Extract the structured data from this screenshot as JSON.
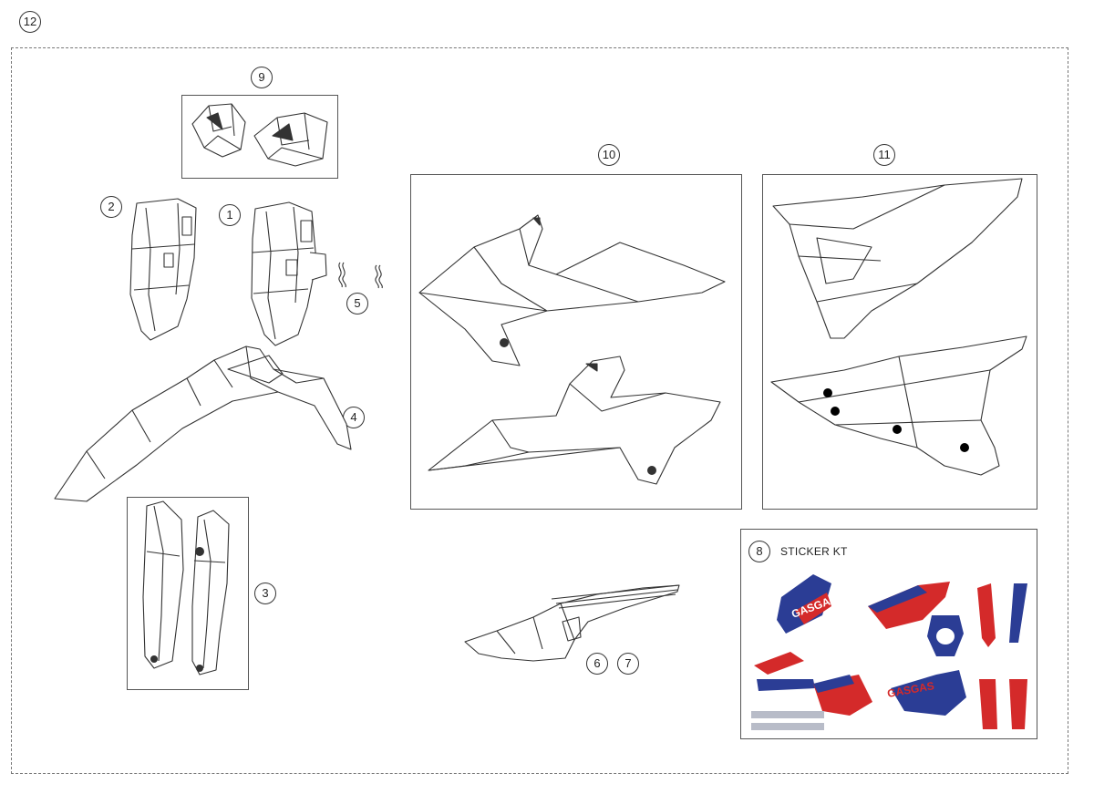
{
  "callouts": {
    "c1": "1",
    "c2": "2",
    "c3": "3",
    "c4": "4",
    "c5": "5",
    "c6": "6",
    "c7": "7",
    "c8": "8",
    "c9": "9",
    "c10": "10",
    "c11": "11",
    "c12": "12"
  },
  "sticker_kit": {
    "label": "STICKER KT",
    "brand_text": "GASGAS",
    "colors": {
      "blue": "#2b3d95",
      "red": "#d42a2a",
      "white": "#ffffff"
    }
  },
  "frame_color": "#555555"
}
